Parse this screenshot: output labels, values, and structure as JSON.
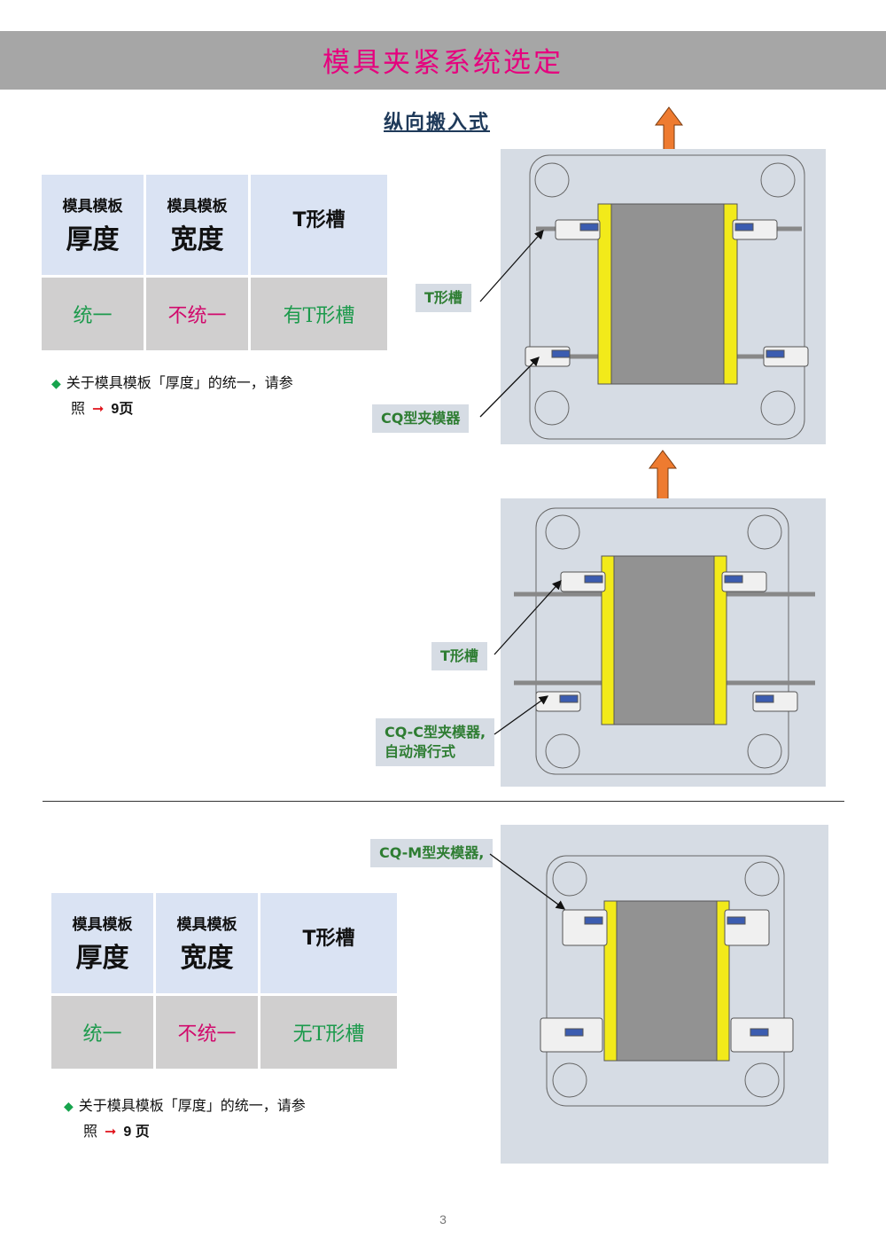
{
  "title": "模具夹紧系统选定",
  "subtitle": "纵向搬入式",
  "tables": [
    {
      "headers": [
        {
          "small": "模具模板",
          "big": "厚度"
        },
        {
          "small": "模具模板",
          "big": "宽度"
        },
        {
          "small": "",
          "big": "T形槽"
        }
      ],
      "values": [
        "统一",
        "不统一",
        "有T形槽"
      ],
      "note_line1": "关于模具模板「厚度」的统一，请参",
      "note_line2": "照",
      "note_page": "9页"
    },
    {
      "headers": [
        {
          "small": "模具模板",
          "big": "厚度"
        },
        {
          "small": "模具模板",
          "big": "宽度"
        },
        {
          "small": "",
          "big": "T形槽"
        }
      ],
      "values": [
        "统一",
        "不统一",
        "无T形槽"
      ],
      "note_line1": "关于模具模板「厚度」的统一，请参",
      "note_line2": "照",
      "note_page": "9 页"
    }
  ],
  "callouts": {
    "d1_tslot": "T形槽",
    "d1_clamp": "CQ型夹模器",
    "d2_tslot": "T形槽",
    "d2_clamp_l1": "CQ-C型夹模器,",
    "d2_clamp_l2": "自动滑行式",
    "d3_clamp": "CQ-M型夹模器,"
  },
  "colors": {
    "title_text": "#e6007e",
    "header_bg": "#dae3f3",
    "value_bg": "#d0cfcf",
    "diagram_bg": "#d6dce4",
    "mold_gray": "#929292",
    "mold_yellow": "#f2ea1a",
    "arrow_orange": "#ee7b30"
  },
  "page_number": "3"
}
